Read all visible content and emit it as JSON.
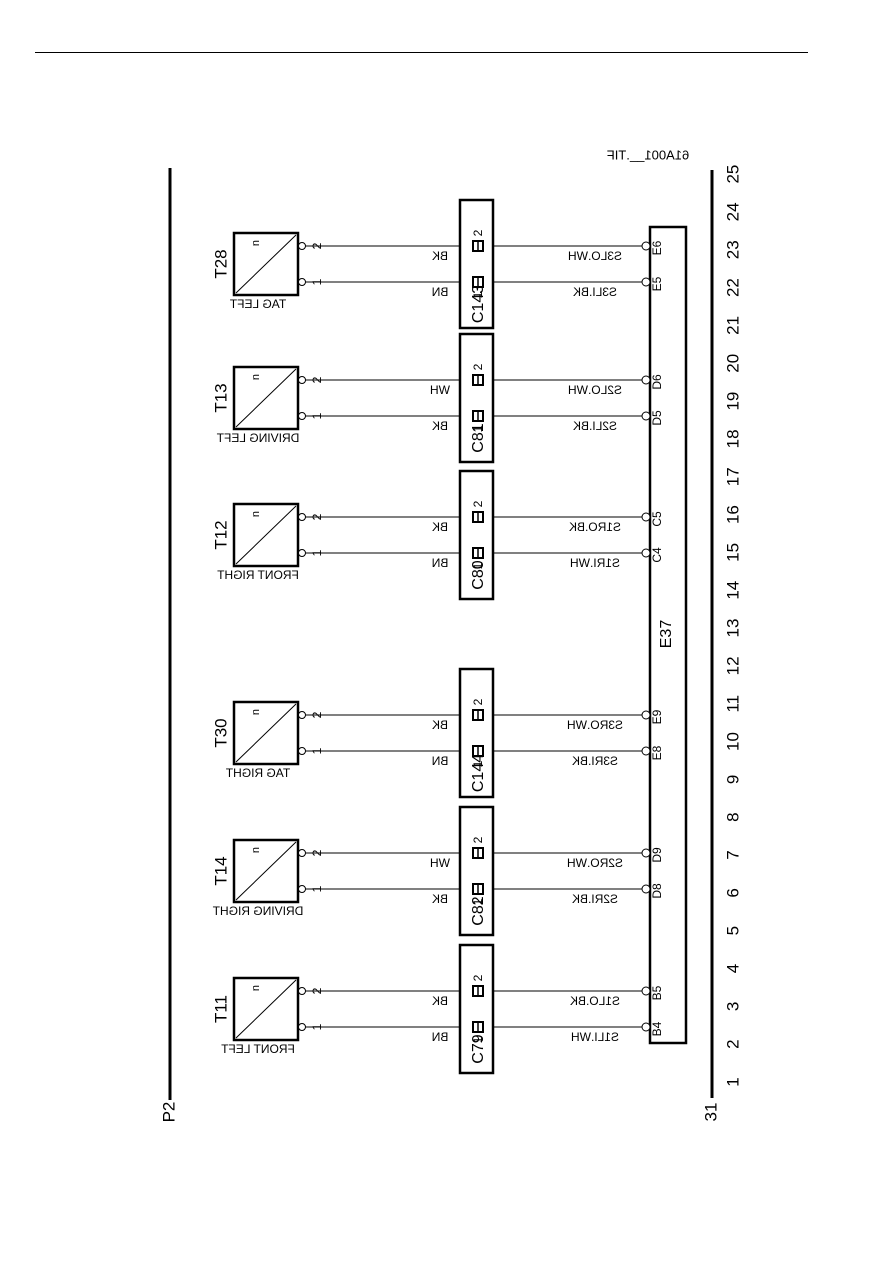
{
  "file_ref": "61A001__.TIF",
  "power_rail": "P2",
  "ground_rail": "31",
  "module": "E37",
  "ruler": [
    "1",
    "2",
    "3",
    "4",
    "5",
    "6",
    "7",
    "8",
    "9",
    "10",
    "11",
    "12",
    "13",
    "14",
    "15",
    "16",
    "17",
    "18",
    "19",
    "20",
    "21",
    "22",
    "23",
    "24",
    "25"
  ],
  "circuits": [
    {
      "sensor": "T11",
      "sensor_label": "FRONT LEFT",
      "sensor_symbol": "n",
      "connector": "C79",
      "pin1": "1",
      "pin2": "2",
      "wire1_color": "BN",
      "wire2_color": "BK",
      "wire1_code": "S1LI.WH",
      "wire2_code": "S1LO.BK",
      "module_pin1": "B4",
      "module_pin2": "B5"
    },
    {
      "sensor": "T14",
      "sensor_label": "DRIVING RIGHT",
      "sensor_symbol": "n",
      "connector": "C82",
      "pin1": "1",
      "pin2": "2",
      "wire1_color": "BK",
      "wire2_color": "WH",
      "wire1_code": "S2RI.BK",
      "wire2_code": "S2RO.WH",
      "module_pin1": "D8",
      "module_pin2": "D9"
    },
    {
      "sensor": "T30",
      "sensor_label": "TAG RIGHT",
      "sensor_symbol": "n",
      "connector": "C144",
      "pin1": "1",
      "pin2": "2",
      "wire1_color": "BN",
      "wire2_color": "BK",
      "wire1_code": "S3RI.BK",
      "wire2_code": "S3RO.WH",
      "module_pin1": "E8",
      "module_pin2": "E9"
    },
    {
      "sensor": "T12",
      "sensor_label": "FRONT RIGHT",
      "sensor_symbol": "n",
      "connector": "C80",
      "pin1": "1",
      "pin2": "2",
      "wire1_color": "BN",
      "wire2_color": "BK",
      "wire1_code": "S1RI.WH",
      "wire2_code": "S1RO.BK",
      "module_pin1": "C4",
      "module_pin2": "C5"
    },
    {
      "sensor": "T13",
      "sensor_label": "DRIVING LEFT",
      "sensor_symbol": "n",
      "connector": "C81",
      "pin1": "1",
      "pin2": "2",
      "wire1_color": "BK",
      "wire2_color": "WH",
      "wire1_code": "S2LI.BK",
      "wire2_code": "S2LO.WH",
      "module_pin1": "D5",
      "module_pin2": "D6"
    },
    {
      "sensor": "T28",
      "sensor_label": "TAG LEFT",
      "sensor_symbol": "n",
      "connector": "C143",
      "pin1": "1",
      "pin2": "2",
      "wire1_color": "BN",
      "wire2_color": "BK",
      "wire1_code": "S3LI.BK",
      "wire2_code": "S3LO.WH",
      "module_pin1": "E5",
      "module_pin2": "E6"
    }
  ]
}
